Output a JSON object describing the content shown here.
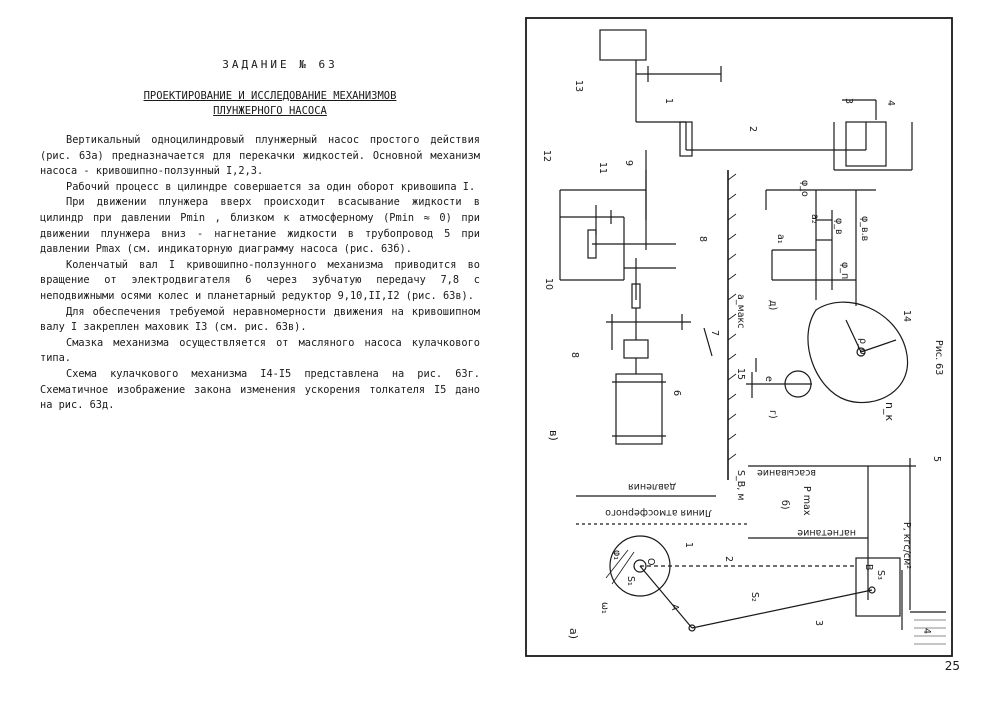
{
  "left_page": {
    "title": "ЗАДАНИЕ № 63",
    "heading_line1": "ПРОЕКТИРОВАНИЕ И ИССЛЕДОВАНИЕ МЕХАНИЗМОВ",
    "heading_line2": "ПЛУНЖЕРНОГО НАСОСА",
    "paragraphs": [
      "Вертикальный одноцилиндровый плунжерный насос простого действия (рис. 63а) предназначается для перекачки жидкостей. Основной механизм насоса - кривошипно-ползунный I,2,3.",
      "Рабочий процесс в цилиндре совершается за один оборот кривошипа I.",
      "При движении плунжера вверх происходит всасывание жидкости в цилиндр при давлении Pmin , близком к атмосферному (Pmin ≈ 0) при движении плунжера вниз - нагнетание жидкости в трубопровод 5 при давлении Pmax (см. индикаторную диаграмму насоса (рис. 63б).",
      "Коленчатый вал I кривошипно-ползунного механизма приводится во вращение от электродвигателя 6 через зубчатую передачу 7,8 с неподвижными осями колес и планетарный редуктор 9,10,II,I2 (рис. 63в).",
      "Для обеспечения требуемой неравномерности движения на кривошипном валу I закреплен маховик I3 (см. рис. 63в).",
      "Смазка механизма осуществляется от масляного насоса кулачкового типа.",
      "Схема кулачкового механизма I4-I5 представлена на рис. 63г. Схематичное изображение закона изменения ускорения толкателя I5 дано на рис. 63д."
    ]
  },
  "figure": {
    "caption": "Рис. 63",
    "labels": {
      "fig_a": "а)",
      "fig_b": "б)",
      "fig_v": "в)",
      "fig_g": "г)",
      "fig_d": "д)",
      "atm_line": "Линия атмосферного",
      "atm_line2": "давления",
      "suction": "всасывание",
      "discharge": "нагнетание",
      "pmax": "P max",
      "p_units": "P, кгс/см²",
      "sb_m": "S_B, м",
      "a_max": "a_макс",
      "n_k": "n_к",
      "omega1": "ω₁",
      "phi1": "φ₁",
      "s1": "S₁",
      "s2": "S₂",
      "s3": "S₃",
      "point_a": "A",
      "point_b": "B",
      "point_o": "O",
      "phi_p": "φ_п",
      "phi_v": "φ_в",
      "phi_vv": "φ_в.в",
      "phi_o": "φ_о",
      "a1": "a₁",
      "a2": "a₂",
      "e": "e",
      "rho": "ρ_о",
      "n1": "1",
      "n2": "2",
      "n3": "3",
      "n4": "4",
      "n5": "5",
      "n6": "6",
      "n7": "7",
      "n8": "8",
      "n9": "9",
      "n10": "10",
      "n11": "11",
      "n12": "12",
      "n13": "13",
      "n14": "14",
      "n15": "15"
    }
  },
  "page_number": "25"
}
